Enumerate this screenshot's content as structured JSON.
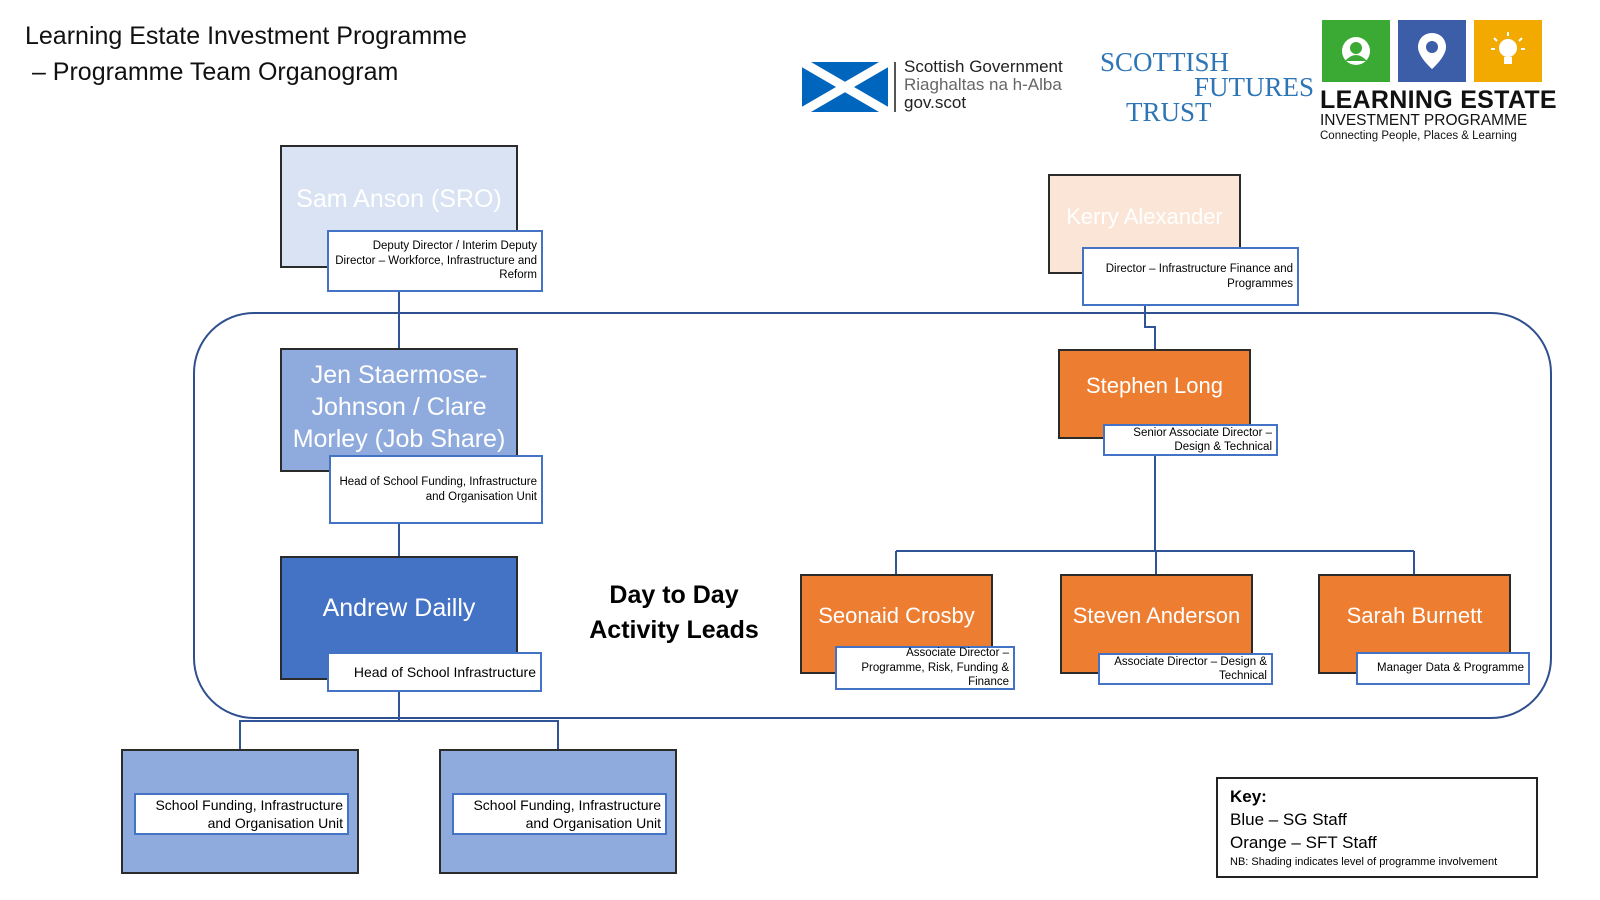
{
  "title": "Learning Estate Investment Programme\n – Programme Team Organogram",
  "logos": {
    "scottish_government": {
      "line1": "Scottish Government",
      "line2": "Riaghaltas na h-Alba",
      "line3": "gov.scot"
    },
    "scottish_futures_trust": {
      "line1": "SCOTTISH",
      "line2": "FUTURES",
      "line3": "TRUST",
      "color": "#2e75b6"
    },
    "lep": {
      "name": "LEARNING ESTATE",
      "subtitle": "INVESTMENT PROGRAMME",
      "tagline": "Connecting People, Places & Learning",
      "tile_colors": [
        "#3aaa35",
        "#3c5da8",
        "#f2a900"
      ]
    }
  },
  "nodes": {
    "sam": {
      "name": "Sam Anson (SRO)",
      "role": "Deputy Director / Interim Deputy Director – Workforce, Infrastructure and Reform"
    },
    "kerry": {
      "name": "Kerry Alexander",
      "role": "Director – Infrastructure Finance and Programmes"
    },
    "jen": {
      "name": "Jen Staermose-Johnson / Clare Morley (Job Share)",
      "role": "Head of School Funding, Infrastructure and Organisation Unit"
    },
    "andrew": {
      "name": "Andrew Dailly",
      "role": "Head of School Infrastructure"
    },
    "stephen": {
      "name": "Stephen Long",
      "role": "Senior Associate Director – Design & Technical"
    },
    "seonaid": {
      "name": "Seonaid Crosby",
      "role": "Associate Director – Programme, Risk, Funding & Finance"
    },
    "steven": {
      "name": "Steven Anderson",
      "role": "Associate Director – Design & Technical"
    },
    "sarah": {
      "name": "Sarah Burnett",
      "role": "Manager Data & Programme"
    },
    "team1": {
      "role": "School Funding, Infrastructure and Organisation Unit"
    },
    "team2": {
      "role": "School Funding, Infrastructure and Organisation Unit"
    }
  },
  "group_label": "Day to Day Activity Leads",
  "key": {
    "title": "Key:",
    "blue": "Blue – SG Staff",
    "orange": "Orange – SFT Staff",
    "note": "NB: Shading indicates level of programme involvement"
  },
  "colors": {
    "sg_light": "#dae3f3",
    "sg_mid": "#8faadc",
    "sg_dark": "#4472c4",
    "sft_light": "#fbe5d6",
    "sft_dark": "#ed7d31",
    "connector": "#2f5597"
  }
}
